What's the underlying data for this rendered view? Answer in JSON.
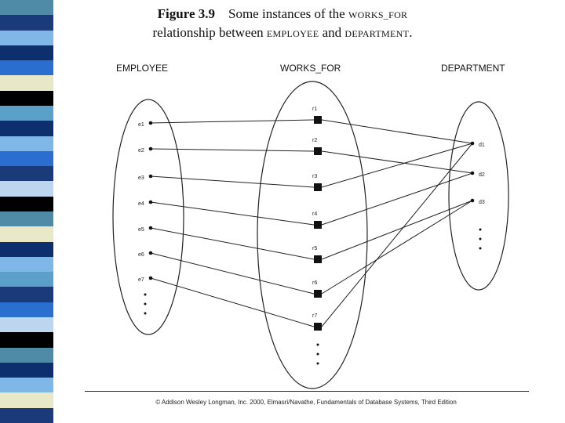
{
  "figure": {
    "label": "Figure 3.9",
    "caption_lead": "Some instances of the",
    "caption_entity": "WORKS_FOR",
    "caption_line2_a": "relationship between",
    "caption_employee": "EMPLOYEE",
    "caption_and": "and",
    "caption_department": "DEPARTMENT",
    "caption_period": "."
  },
  "columns": {
    "employee": "EMPLOYEE",
    "works_for": "WORKS_FOR",
    "department": "DEPARTMENT"
  },
  "employees": [
    "e1",
    "e2",
    "e3",
    "e4",
    "e5",
    "e6",
    "e7"
  ],
  "relationships": [
    "r1",
    "r2",
    "r3",
    "r4",
    "r5",
    "r6",
    "r7"
  ],
  "departments": [
    "d1",
    "d2",
    "d3"
  ],
  "links": [
    {
      "employee": "e1",
      "relationship": "r1",
      "department": "d1"
    },
    {
      "employee": "e2",
      "relationship": "r2",
      "department": "d2"
    },
    {
      "employee": "e3",
      "relationship": "r3",
      "department": "d1"
    },
    {
      "employee": "e4",
      "relationship": "r4",
      "department": "d2"
    },
    {
      "employee": "e5",
      "relationship": "r5",
      "department": "d3"
    },
    {
      "employee": "e6",
      "relationship": "r6",
      "department": "d3"
    },
    {
      "employee": "e7",
      "relationship": "r7",
      "department": "d1"
    }
  ],
  "footer": {
    "copyright": "© Addison Wesley Longman, Inc. 2000, Elmasri/Navathe, Fundamentals of Database Systems, Third Edition"
  },
  "colors": {
    "sidebar": [
      "#4f8aa6",
      "#1a3a7a",
      "#7fb8e8",
      "#0d2f6e",
      "#2a6fd0",
      "#e8e8c8",
      "#000000",
      "#5aa0c8",
      "#bcd6f0"
    ]
  }
}
